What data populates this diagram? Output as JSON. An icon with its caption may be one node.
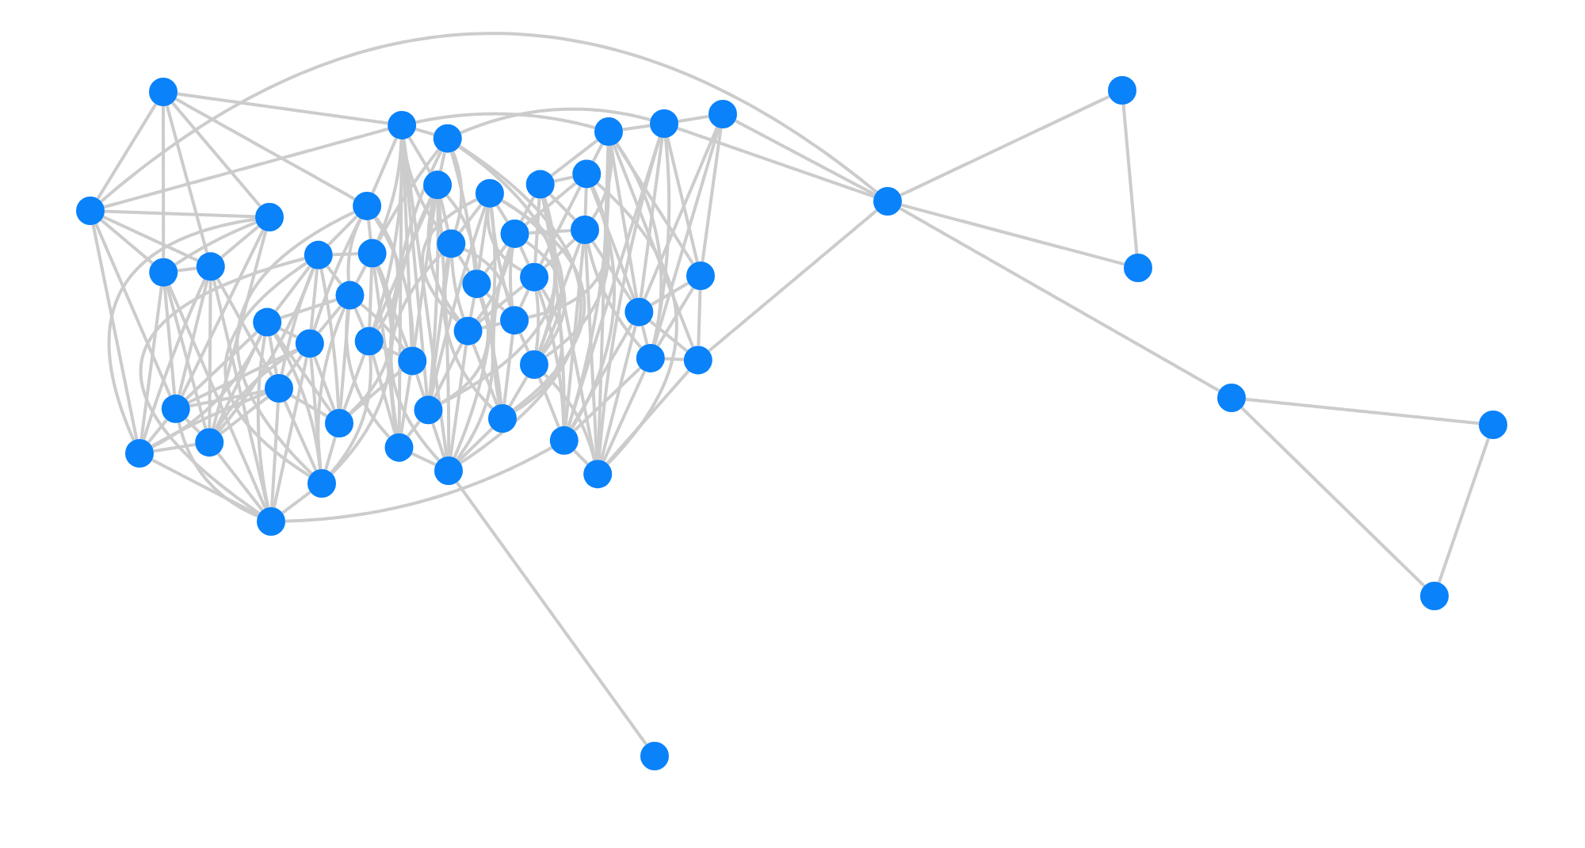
{
  "diagram": {
    "nodes": [
      {
        "text": [],
        "shape": "circle"
      },
      {
        "text": [],
        "shape": "circle"
      },
      {
        "text": [],
        "shape": "circle"
      },
      {
        "text": [],
        "shape": "circle"
      },
      {
        "text": [],
        "shape": "circle"
      },
      {
        "text": [],
        "shape": "circle"
      },
      {
        "text": [],
        "shape": "circle"
      },
      {
        "text": [],
        "shape": "circle"
      },
      {
        "text": [],
        "shape": "circle"
      },
      {
        "text": [],
        "shape": "circle"
      },
      {
        "text": [],
        "shape": "circle"
      },
      {
        "text": [],
        "shape": "circle"
      },
      {
        "text": [],
        "shape": "circle"
      },
      {
        "text": [],
        "shape": "circle"
      },
      {
        "text": [],
        "shape": "circle"
      },
      {
        "text": [],
        "shape": "circle"
      },
      {
        "text": [],
        "shape": "circle"
      },
      {
        "text": [],
        "shape": "circle"
      },
      {
        "text": [],
        "shape": "circle"
      },
      {
        "text": [],
        "shape": "circle"
      },
      {
        "text": [],
        "shape": "circle"
      },
      {
        "text": [],
        "shape": "circle"
      },
      {
        "text": [],
        "shape": "circle"
      },
      {
        "text": [],
        "shape": "circle"
      },
      {
        "text": [],
        "shape": "circle"
      },
      {
        "text": [],
        "shape": "circle"
      },
      {
        "text": [],
        "shape": "circle"
      },
      {
        "text": [],
        "shape": "circle"
      },
      {
        "text": [],
        "shape": "circle"
      },
      {
        "text": [],
        "shape": "circle"
      },
      {
        "text": [],
        "shape": "circle"
      },
      {
        "text": [],
        "shape": "circle"
      },
      {
        "text": [],
        "shape": "circle"
      },
      {
        "text": [],
        "shape": "circle"
      },
      {
        "text": [],
        "shape": "circle"
      },
      {
        "text": [],
        "shape": "circle"
      },
      {
        "text": [],
        "shape": "circle"
      },
      {
        "text": [],
        "shape": "circle"
      },
      {
        "text": [],
        "shape": "circle"
      },
      {
        "text": [],
        "shape": "circle"
      },
      {
        "text": [],
        "shape": "circle"
      },
      {
        "text": [],
        "shape": "circle"
      },
      {
        "text": [],
        "shape": "circle"
      },
      {
        "text": [],
        "shape": "circle"
      },
      {
        "text": [],
        "shape": "circle"
      },
      {
        "text": [],
        "shape": "circle"
      },
      {
        "text": [],
        "shape": "circle"
      },
      {
        "text": [],
        "shape": "circle"
      },
      {
        "text": [],
        "shape": "circle"
      },
      {
        "text": [],
        "shape": "circle"
      },
      {
        "text": [],
        "shape": "circle"
      },
      {
        "text": [],
        "shape": "circle"
      },
      {
        "text": [],
        "shape": "circle"
      },
      {
        "text": [],
        "shape": "circle"
      }
    ],
    "edges": [
      {
        "from": 0,
        "to": 1,
        "arrow": "none"
      },
      {
        "from": 0,
        "to": 2,
        "arrow": "none"
      },
      {
        "from": 0,
        "to": 3,
        "arrow": "none"
      },
      {
        "from": 0,
        "to": 4,
        "arrow": "none"
      },
      {
        "from": 0,
        "to": 16,
        "arrow": "none"
      },
      {
        "from": 0,
        "to": 21,
        "arrow": "none"
      },
      {
        "from": 1,
        "to": 2,
        "arrow": "none"
      },
      {
        "from": 1,
        "to": 3,
        "arrow": "none"
      },
      {
        "from": 1,
        "to": 4,
        "arrow": "none"
      },
      {
        "from": 1,
        "to": 5,
        "arrow": "none"
      },
      {
        "from": 1,
        "to": 6,
        "arrow": "none"
      },
      {
        "from": 1,
        "to": 21,
        "arrow": "none"
      },
      {
        "from": 2,
        "to": 3,
        "arrow": "none"
      },
      {
        "from": 2,
        "to": 4,
        "arrow": "none"
      },
      {
        "from": 2,
        "to": 5,
        "arrow": "none"
      },
      {
        "from": 2,
        "to": 6,
        "arrow": "none"
      },
      {
        "from": 2,
        "to": 7,
        "arrow": "none"
      },
      {
        "from": 3,
        "to": 4,
        "arrow": "none"
      },
      {
        "from": 3,
        "to": 5,
        "arrow": "none"
      },
      {
        "from": 3,
        "to": 6,
        "arrow": "none"
      },
      {
        "from": 3,
        "to": 7,
        "arrow": "none"
      },
      {
        "from": 3,
        "to": 8,
        "arrow": "none"
      },
      {
        "from": 4,
        "to": 5,
        "arrow": "none"
      },
      {
        "from": 4,
        "to": 6,
        "arrow": "none"
      },
      {
        "from": 4,
        "to": 7,
        "arrow": "none"
      },
      {
        "from": 4,
        "to": 8,
        "arrow": "none"
      },
      {
        "from": 4,
        "to": 9,
        "arrow": "none"
      },
      {
        "from": 5,
        "to": 6,
        "arrow": "none"
      },
      {
        "from": 5,
        "to": 7,
        "arrow": "none"
      },
      {
        "from": 5,
        "to": 8,
        "arrow": "none"
      },
      {
        "from": 5,
        "to": 9,
        "arrow": "none"
      },
      {
        "from": 5,
        "to": 10,
        "arrow": "none"
      },
      {
        "from": 6,
        "to": 7,
        "arrow": "none"
      },
      {
        "from": 6,
        "to": 8,
        "arrow": "none"
      },
      {
        "from": 6,
        "to": 9,
        "arrow": "none"
      },
      {
        "from": 6,
        "to": 10,
        "arrow": "none"
      },
      {
        "from": 6,
        "to": 11,
        "arrow": "none"
      },
      {
        "from": 7,
        "to": 8,
        "arrow": "none"
      },
      {
        "from": 7,
        "to": 9,
        "arrow": "none"
      },
      {
        "from": 7,
        "to": 10,
        "arrow": "none"
      },
      {
        "from": 7,
        "to": 11,
        "arrow": "none"
      },
      {
        "from": 7,
        "to": 12,
        "arrow": "none"
      },
      {
        "from": 8,
        "to": 9,
        "arrow": "none"
      },
      {
        "from": 8,
        "to": 10,
        "arrow": "none"
      },
      {
        "from": 8,
        "to": 11,
        "arrow": "none"
      },
      {
        "from": 8,
        "to": 12,
        "arrow": "none"
      },
      {
        "from": 8,
        "to": 13,
        "arrow": "none"
      },
      {
        "from": 8,
        "to": 38,
        "arrow": "none"
      },
      {
        "from": 9,
        "to": 10,
        "arrow": "none"
      },
      {
        "from": 9,
        "to": 11,
        "arrow": "none"
      },
      {
        "from": 9,
        "to": 12,
        "arrow": "none"
      },
      {
        "from": 9,
        "to": 13,
        "arrow": "none"
      },
      {
        "from": 9,
        "to": 14,
        "arrow": "none"
      },
      {
        "from": 10,
        "to": 11,
        "arrow": "none"
      },
      {
        "from": 10,
        "to": 12,
        "arrow": "none"
      },
      {
        "from": 10,
        "to": 13,
        "arrow": "none"
      },
      {
        "from": 10,
        "to": 14,
        "arrow": "none"
      },
      {
        "from": 10,
        "to": 15,
        "arrow": "none"
      },
      {
        "from": 11,
        "to": 12,
        "arrow": "none"
      },
      {
        "from": 11,
        "to": 13,
        "arrow": "none"
      },
      {
        "from": 11,
        "to": 14,
        "arrow": "none"
      },
      {
        "from": 11,
        "to": 15,
        "arrow": "none"
      },
      {
        "from": 11,
        "to": 16,
        "arrow": "none"
      },
      {
        "from": 12,
        "to": 13,
        "arrow": "none"
      },
      {
        "from": 12,
        "to": 14,
        "arrow": "none"
      },
      {
        "from": 12,
        "to": 15,
        "arrow": "none"
      },
      {
        "from": 12,
        "to": 16,
        "arrow": "none"
      },
      {
        "from": 12,
        "to": 17,
        "arrow": "none"
      },
      {
        "from": 13,
        "to": 14,
        "arrow": "none"
      },
      {
        "from": 13,
        "to": 15,
        "arrow": "none"
      },
      {
        "from": 13,
        "to": 16,
        "arrow": "none"
      },
      {
        "from": 13,
        "to": 17,
        "arrow": "none"
      },
      {
        "from": 13,
        "to": 18,
        "arrow": "none"
      },
      {
        "from": 14,
        "to": 15,
        "arrow": "none"
      },
      {
        "from": 14,
        "to": 17,
        "arrow": "none"
      },
      {
        "from": 14,
        "to": 18,
        "arrow": "none"
      },
      {
        "from": 14,
        "to": 19,
        "arrow": "none"
      },
      {
        "from": 15,
        "to": 16,
        "arrow": "none"
      },
      {
        "from": 15,
        "to": 17,
        "arrow": "none"
      },
      {
        "from": 15,
        "to": 18,
        "arrow": "none"
      },
      {
        "from": 15,
        "to": 19,
        "arrow": "none"
      },
      {
        "from": 15,
        "to": 20,
        "arrow": "none"
      },
      {
        "from": 16,
        "to": 17,
        "arrow": "none"
      },
      {
        "from": 16,
        "to": 18,
        "arrow": "none"
      },
      {
        "from": 16,
        "to": 19,
        "arrow": "none"
      },
      {
        "from": 16,
        "to": 21,
        "arrow": "none"
      },
      {
        "from": 17,
        "to": 18,
        "arrow": "none"
      },
      {
        "from": 17,
        "to": 19,
        "arrow": "none"
      },
      {
        "from": 17,
        "to": 20,
        "arrow": "none"
      },
      {
        "from": 17,
        "to": 21,
        "arrow": "none"
      },
      {
        "from": 17,
        "to": 22,
        "arrow": "none"
      },
      {
        "from": 18,
        "to": 19,
        "arrow": "none"
      },
      {
        "from": 18,
        "to": 20,
        "arrow": "none"
      },
      {
        "from": 18,
        "to": 21,
        "arrow": "none"
      },
      {
        "from": 18,
        "to": 23,
        "arrow": "none"
      },
      {
        "from": 19,
        "to": 20,
        "arrow": "none"
      },
      {
        "from": 19,
        "to": 21,
        "arrow": "none"
      },
      {
        "from": 19,
        "to": 23,
        "arrow": "none"
      },
      {
        "from": 19,
        "to": 24,
        "arrow": "none"
      },
      {
        "from": 20,
        "to": 21,
        "arrow": "none"
      },
      {
        "from": 20,
        "to": 22,
        "arrow": "none"
      },
      {
        "from": 20,
        "to": 23,
        "arrow": "none"
      },
      {
        "from": 20,
        "to": 24,
        "arrow": "none"
      },
      {
        "from": 20,
        "to": 25,
        "arrow": "none"
      },
      {
        "from": 21,
        "to": 22,
        "arrow": "none"
      },
      {
        "from": 21,
        "to": 23,
        "arrow": "none"
      },
      {
        "from": 21,
        "to": 24,
        "arrow": "none"
      },
      {
        "from": 21,
        "to": 25,
        "arrow": "none"
      },
      {
        "from": 21,
        "to": 26,
        "arrow": "none"
      },
      {
        "from": 21,
        "to": 40,
        "arrow": "none"
      },
      {
        "from": 22,
        "to": 23,
        "arrow": "none"
      },
      {
        "from": 22,
        "to": 24,
        "arrow": "none"
      },
      {
        "from": 22,
        "to": 25,
        "arrow": "none"
      },
      {
        "from": 22,
        "to": 26,
        "arrow": "none"
      },
      {
        "from": 22,
        "to": 27,
        "arrow": "none"
      },
      {
        "from": 22,
        "to": 43,
        "arrow": "none"
      },
      {
        "from": 23,
        "to": 24,
        "arrow": "none"
      },
      {
        "from": 23,
        "to": 25,
        "arrow": "none"
      },
      {
        "from": 23,
        "to": 26,
        "arrow": "none"
      },
      {
        "from": 23,
        "to": 27,
        "arrow": "none"
      },
      {
        "from": 23,
        "to": 28,
        "arrow": "none"
      },
      {
        "from": 24,
        "to": 25,
        "arrow": "none"
      },
      {
        "from": 24,
        "to": 26,
        "arrow": "none"
      },
      {
        "from": 24,
        "to": 27,
        "arrow": "none"
      },
      {
        "from": 24,
        "to": 28,
        "arrow": "none"
      },
      {
        "from": 24,
        "to": 29,
        "arrow": "none"
      },
      {
        "from": 25,
        "to": 26,
        "arrow": "none"
      },
      {
        "from": 25,
        "to": 27,
        "arrow": "none"
      },
      {
        "from": 25,
        "to": 28,
        "arrow": "none"
      },
      {
        "from": 25,
        "to": 29,
        "arrow": "none"
      },
      {
        "from": 25,
        "to": 30,
        "arrow": "none"
      },
      {
        "from": 25,
        "to": 48,
        "arrow": "none"
      },
      {
        "from": 26,
        "to": 27,
        "arrow": "none"
      },
      {
        "from": 26,
        "to": 28,
        "arrow": "none"
      },
      {
        "from": 26,
        "to": 29,
        "arrow": "none"
      },
      {
        "from": 26,
        "to": 30,
        "arrow": "none"
      },
      {
        "from": 26,
        "to": 31,
        "arrow": "none"
      },
      {
        "from": 27,
        "to": 28,
        "arrow": "none"
      },
      {
        "from": 27,
        "to": 29,
        "arrow": "none"
      },
      {
        "from": 27,
        "to": 30,
        "arrow": "none"
      },
      {
        "from": 27,
        "to": 31,
        "arrow": "none"
      },
      {
        "from": 27,
        "to": 32,
        "arrow": "none"
      },
      {
        "from": 28,
        "to": 29,
        "arrow": "none"
      },
      {
        "from": 28,
        "to": 30,
        "arrow": "none"
      },
      {
        "from": 28,
        "to": 31,
        "arrow": "none"
      },
      {
        "from": 28,
        "to": 32,
        "arrow": "none"
      },
      {
        "from": 28,
        "to": 33,
        "arrow": "none"
      },
      {
        "from": 29,
        "to": 30,
        "arrow": "none"
      },
      {
        "from": 29,
        "to": 31,
        "arrow": "none"
      },
      {
        "from": 29,
        "to": 32,
        "arrow": "none"
      },
      {
        "from": 29,
        "to": 33,
        "arrow": "none"
      },
      {
        "from": 29,
        "to": 34,
        "arrow": "none"
      },
      {
        "from": 30,
        "to": 31,
        "arrow": "none"
      },
      {
        "from": 30,
        "to": 32,
        "arrow": "none"
      },
      {
        "from": 30,
        "to": 33,
        "arrow": "none"
      },
      {
        "from": 30,
        "to": 34,
        "arrow": "none"
      },
      {
        "from": 31,
        "to": 32,
        "arrow": "none"
      },
      {
        "from": 31,
        "to": 33,
        "arrow": "none"
      },
      {
        "from": 31,
        "to": 34,
        "arrow": "none"
      },
      {
        "from": 31,
        "to": 36,
        "arrow": "none"
      },
      {
        "from": 32,
        "to": 33,
        "arrow": "none"
      },
      {
        "from": 32,
        "to": 34,
        "arrow": "none"
      },
      {
        "from": 32,
        "to": 35,
        "arrow": "none"
      },
      {
        "from": 32,
        "to": 36,
        "arrow": "none"
      },
      {
        "from": 32,
        "to": 37,
        "arrow": "none"
      },
      {
        "from": 33,
        "to": 34,
        "arrow": "none"
      },
      {
        "from": 33,
        "to": 35,
        "arrow": "none"
      },
      {
        "from": 33,
        "to": 36,
        "arrow": "none"
      },
      {
        "from": 33,
        "to": 37,
        "arrow": "none"
      },
      {
        "from": 33,
        "to": 38,
        "arrow": "none"
      },
      {
        "from": 34,
        "to": 35,
        "arrow": "none"
      },
      {
        "from": 34,
        "to": 36,
        "arrow": "none"
      },
      {
        "from": 34,
        "to": 37,
        "arrow": "none"
      },
      {
        "from": 34,
        "to": 38,
        "arrow": "none"
      },
      {
        "from": 34,
        "to": 39,
        "arrow": "none"
      },
      {
        "from": 35,
        "to": 36,
        "arrow": "none"
      },
      {
        "from": 35,
        "to": 37,
        "arrow": "none"
      },
      {
        "from": 35,
        "to": 38,
        "arrow": "none"
      },
      {
        "from": 35,
        "to": 39,
        "arrow": "none"
      },
      {
        "from": 35,
        "to": 40,
        "arrow": "none"
      },
      {
        "from": 36,
        "to": 37,
        "arrow": "none"
      },
      {
        "from": 36,
        "to": 38,
        "arrow": "none"
      },
      {
        "from": 36,
        "to": 39,
        "arrow": "none"
      },
      {
        "from": 36,
        "to": 40,
        "arrow": "none"
      },
      {
        "from": 36,
        "to": 41,
        "arrow": "none"
      },
      {
        "from": 37,
        "to": 38,
        "arrow": "none"
      },
      {
        "from": 37,
        "to": 39,
        "arrow": "none"
      },
      {
        "from": 37,
        "to": 40,
        "arrow": "none"
      },
      {
        "from": 37,
        "to": 41,
        "arrow": "none"
      },
      {
        "from": 37,
        "to": 42,
        "arrow": "none"
      },
      {
        "from": 38,
        "to": 39,
        "arrow": "none"
      },
      {
        "from": 38,
        "to": 40,
        "arrow": "none"
      },
      {
        "from": 38,
        "to": 41,
        "arrow": "none"
      },
      {
        "from": 38,
        "to": 42,
        "arrow": "none"
      },
      {
        "from": 38,
        "to": 43,
        "arrow": "none"
      },
      {
        "from": 39,
        "to": 40,
        "arrow": "none"
      },
      {
        "from": 39,
        "to": 41,
        "arrow": "none"
      },
      {
        "from": 39,
        "to": 42,
        "arrow": "none"
      },
      {
        "from": 39,
        "to": 43,
        "arrow": "none"
      },
      {
        "from": 39,
        "to": 44,
        "arrow": "none"
      },
      {
        "from": 40,
        "to": 41,
        "arrow": "none"
      },
      {
        "from": 40,
        "to": 42,
        "arrow": "none"
      },
      {
        "from": 40,
        "to": 43,
        "arrow": "none"
      },
      {
        "from": 40,
        "to": 44,
        "arrow": "none"
      },
      {
        "from": 40,
        "to": 45,
        "arrow": "none"
      },
      {
        "from": 41,
        "to": 42,
        "arrow": "none"
      },
      {
        "from": 41,
        "to": 43,
        "arrow": "none"
      },
      {
        "from": 41,
        "to": 44,
        "arrow": "none"
      },
      {
        "from": 41,
        "to": 45,
        "arrow": "none"
      },
      {
        "from": 41,
        "to": 46,
        "arrow": "none"
      },
      {
        "from": 42,
        "to": 43,
        "arrow": "none"
      },
      {
        "from": 42,
        "to": 44,
        "arrow": "none"
      },
      {
        "from": 42,
        "to": 45,
        "arrow": "none"
      },
      {
        "from": 42,
        "to": 46,
        "arrow": "none"
      },
      {
        "from": 43,
        "to": 45,
        "arrow": "none"
      },
      {
        "from": 43,
        "to": 46,
        "arrow": "none"
      },
      {
        "from": 44,
        "to": 45,
        "arrow": "none"
      },
      {
        "from": 45,
        "to": 46,
        "arrow": "none"
      },
      {
        "from": 1,
        "to": 47,
        "arrow": "none"
      },
      {
        "from": 43,
        "to": 47,
        "arrow": "none"
      },
      {
        "from": 46,
        "to": 47,
        "arrow": "none"
      },
      {
        "from": 44,
        "to": 47,
        "arrow": "none"
      },
      {
        "from": 47,
        "to": 49,
        "arrow": "none"
      },
      {
        "from": 49,
        "to": 50,
        "arrow": "none"
      },
      {
        "from": 50,
        "to": 47,
        "arrow": "none"
      },
      {
        "from": 47,
        "to": 51,
        "arrow": "none"
      },
      {
        "from": 51,
        "to": 52,
        "arrow": "none"
      },
      {
        "from": 52,
        "to": 53,
        "arrow": "none"
      },
      {
        "from": 53,
        "to": 51,
        "arrow": "none"
      }
    ]
  }
}
